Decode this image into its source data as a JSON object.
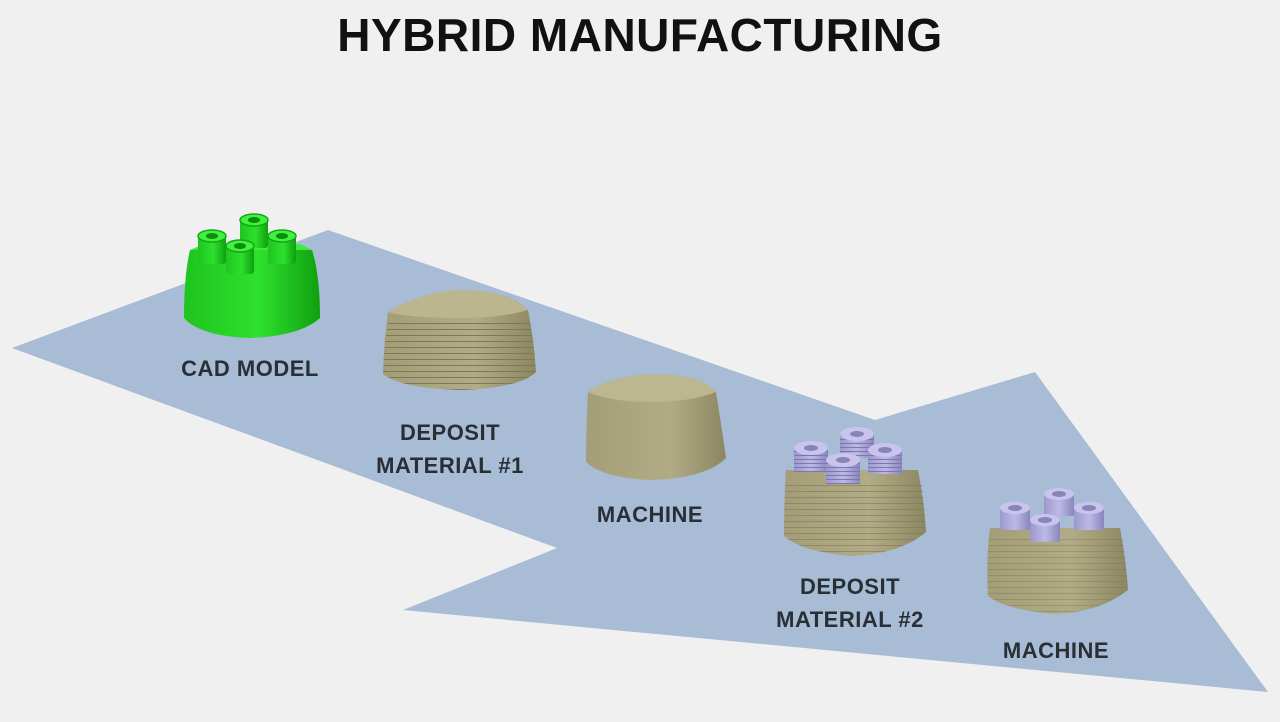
{
  "title": "HYBRID MANUFACTURING",
  "colors": {
    "background": "#f0f0f0",
    "arrow": "#a8bcd6",
    "cad_green": "#22cc22",
    "deposit_khaki": "#aaa47e",
    "boss_lavender": "#aaa6d6",
    "label_text": "#2a2f36"
  },
  "steps": [
    {
      "label": "CAD MODEL",
      "lines": [
        "CAD MODEL"
      ],
      "part": "green-block-with-bosses"
    },
    {
      "label": "DEPOSIT MATERIAL #1",
      "lines": [
        "DEPOSIT",
        "MATERIAL #1"
      ],
      "part": "layered-block"
    },
    {
      "label": "MACHINE",
      "lines": [
        "MACHINE"
      ],
      "part": "machined-block"
    },
    {
      "label": "DEPOSIT MATERIAL #2",
      "lines": [
        "DEPOSIT",
        "MATERIAL #2"
      ],
      "part": "block-with-threaded-bosses"
    },
    {
      "label": "MACHINE",
      "lines": [
        "MACHINE"
      ],
      "part": "block-with-machined-bosses"
    }
  ]
}
